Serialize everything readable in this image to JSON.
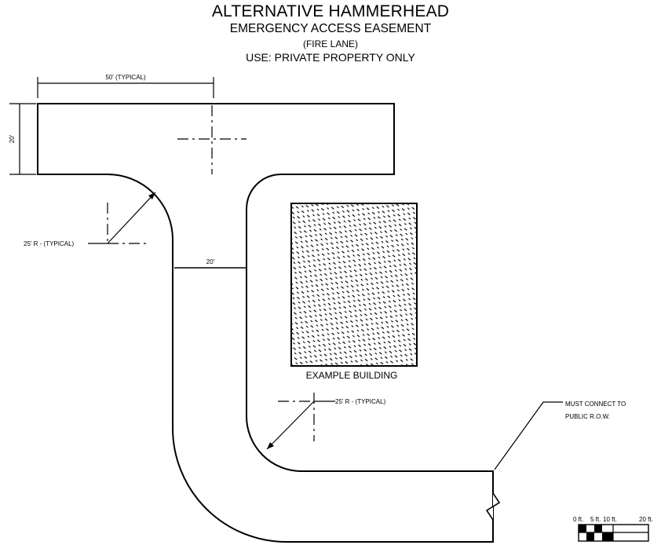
{
  "title": {
    "line1": "ALTERNATIVE HAMMERHEAD",
    "line2": "EMERGENCY ACCESS EASEMENT",
    "line3": "(FIRE LANE)",
    "line4": "USE:  PRIVATE PROPERTY ONLY"
  },
  "dimensions": {
    "width_top": "50' (TYPICAL)",
    "height_left": "20'",
    "road_width": "20'",
    "radius_left": "25' R - (TYPICAL)",
    "radius_right": "25' R - (TYPICAL)"
  },
  "building": {
    "label": "EXAMPLE BUILDING"
  },
  "note": {
    "line1": "MUST CONNECT TO",
    "line2": "PUBLIC R.O.W."
  },
  "scale": {
    "tick0": "0 ft.",
    "tick1": "5 ft.",
    "tick2": "10 ft.",
    "tick3": "20 ft."
  }
}
